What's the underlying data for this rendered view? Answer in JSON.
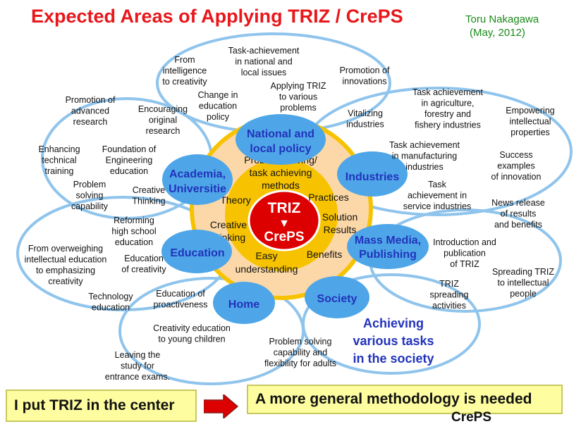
{
  "header": {
    "title": "Expected Areas of Applying TRIZ / CrePS",
    "author": "Toru Nakagawa",
    "date": "(May, 2012)"
  },
  "center": {
    "title": "TRIZ",
    "arrow": "▼",
    "subtitle": "CrePS"
  },
  "inner_labels": [
    "Problem solving/",
    "task achieving",
    "methods",
    "Theory",
    "Practices",
    "Solution",
    "Results",
    "Creative",
    "thinking",
    "Easy",
    "understanding",
    "Benefits"
  ],
  "hubs": {
    "national": [
      "National and",
      "local policy"
    ],
    "industries": [
      "Industries"
    ],
    "mass_media": [
      "Mass Media,",
      "Publishing"
    ],
    "society": [
      "Society"
    ],
    "home": [
      "Home"
    ],
    "education": [
      "Education"
    ],
    "academia": [
      "Academia,",
      "Universitie"
    ]
  },
  "achieving": [
    "Achieving",
    "various tasks",
    "in the society"
  ],
  "items": {
    "from_intelligence": [
      "From",
      "intelligence",
      "to creativity"
    ],
    "task_national": [
      "Task-achievement",
      "in national and",
      "local issues"
    ],
    "promotion_innovations": [
      "Promotion of",
      "innovations"
    ],
    "change_education": [
      "Change in",
      "education",
      "policy"
    ],
    "applying_triz": [
      "Applying TRIZ",
      "to various",
      "problems"
    ],
    "vitalizing": [
      "Vitalizing",
      "industries"
    ],
    "task_agri": [
      "Task achievement",
      "in agriculture,",
      "forestry and",
      "fishery industries"
    ],
    "empowering": [
      "Empowering",
      "intellectual",
      "properties"
    ],
    "promotion_research": [
      "Promotion of",
      "advanced",
      "research"
    ],
    "encouraging": [
      "Encouraging",
      "original",
      "research"
    ],
    "task_manuf": [
      "Task achievement",
      "in manufacturing",
      "industries"
    ],
    "success": [
      "Success",
      "examples",
      "of innovation"
    ],
    "enhancing": [
      "Enhancing",
      "technical",
      "training"
    ],
    "foundation": [
      "Foundation of",
      "Engineering",
      "education"
    ],
    "task_service": [
      "Task",
      "achievement in",
      "service industries"
    ],
    "news_release": [
      "News release",
      "of results",
      "and benefits"
    ],
    "problem_solving_cap": [
      "Problem",
      "solving",
      "capability"
    ],
    "creative_thinking_edu": [
      "Creative",
      "Thinking"
    ],
    "reforming": [
      "Reforming",
      "high school",
      "education"
    ],
    "introduction": [
      "Introduction and",
      "publication",
      "of TRIZ"
    ],
    "from_overweighing": [
      "From overweighing",
      "intellectual education",
      "to emphasizing",
      "creativity"
    ],
    "education_creativity": [
      "Education",
      "of creativity"
    ],
    "spreading_triz": [
      "Spreading TRIZ",
      "to intellectual",
      "people"
    ],
    "technology_edu": [
      "Technology",
      "education"
    ],
    "education_proactive": [
      "Education of",
      "proactiveness"
    ],
    "triz_spreading": [
      "TRIZ",
      "spreading",
      "activities"
    ],
    "creativity_young": [
      "Creativity education",
      "to young children"
    ],
    "problem_solving_adults": [
      "Problem solving",
      "capability and",
      "flexibility for adults"
    ],
    "leaving_study": [
      "Leaving the",
      "study for",
      "entrance exams."
    ]
  },
  "callouts": {
    "left": "I put TRIZ in the center",
    "right": "A more general methodology is needed",
    "right_sub": "CrePS"
  },
  "colors": {
    "title": "#e8171b",
    "author": "#1a8a1a",
    "ring": "#8fc4ec",
    "hub": "#4ea6e8",
    "hub_text": "#2233bb",
    "outer_disc": "#fcd8a8",
    "mid_disc": "#f7c300",
    "center": "#dd0000",
    "callout": "#fefea0",
    "arrow": "#dd0000"
  }
}
